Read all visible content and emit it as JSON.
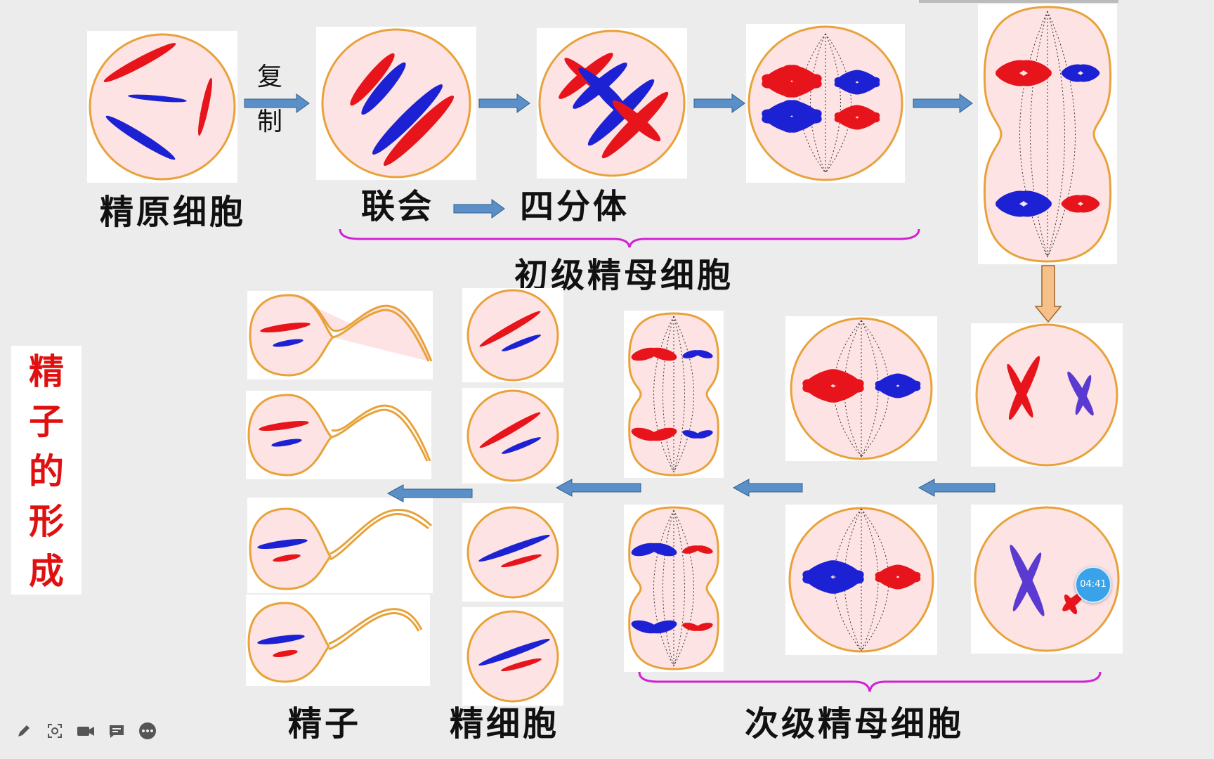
{
  "labels": {
    "copy_line1": "复",
    "copy_line2": "制",
    "spermatogonium": "精原细胞",
    "synapsis": "联会",
    "tetrad": "四分体",
    "primary_spermatocyte": "初级精母细胞",
    "secondary_spermatocyte": "次级精母细胞",
    "spermatid": "精细胞",
    "sperm": "精子"
  },
  "side_title": [
    "精",
    "子",
    "的",
    "形",
    "成"
  ],
  "timer": "04:41",
  "toolbar": {
    "icons": [
      "pen-icon",
      "screenshot-icon",
      "camera-icon",
      "chat-icon",
      "more-icon"
    ]
  },
  "colors": {
    "cell_fill": "#fde3e3",
    "cell_border": "#e8a23a",
    "red_chromosome": "#e8141c",
    "blue_chromosome": "#1c22d4",
    "arrow_blue": "#5b8fc7",
    "arrow_orange": "#f6c08a",
    "brace": "#d420d4",
    "title_red": "#e01010"
  }
}
